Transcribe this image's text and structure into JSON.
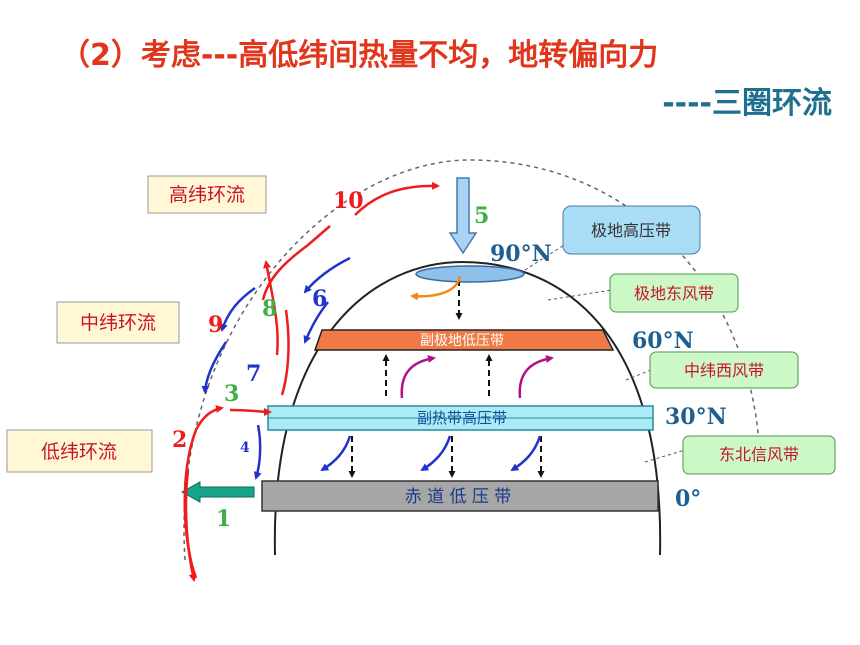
{
  "title": "（2）考虑---高低纬间热量不均，地转偏向力",
  "subtitle": "----三圈环流",
  "circulations": {
    "high": "高纬环流",
    "mid": "中纬环流",
    "low": "低纬环流"
  },
  "belts": {
    "equator_low": "赤 道 低 压 带",
    "subtropical_high": "副热带高压带",
    "subpolar_low": "副极地低压带"
  },
  "callouts": {
    "polar_high": "极地高压带",
    "polar_easterly": "极地东风带",
    "westerly": "中纬西风带",
    "ne_trade": "东北信风带"
  },
  "latitudes": {
    "lat90": "90°N",
    "lat60": "60°N",
    "lat30": "30°N",
    "lat0": "0°"
  },
  "numbers": {
    "n1": "1",
    "n2": "2",
    "n3": "3",
    "n4": "4",
    "n5": "5",
    "n6": "6",
    "n7": "7",
    "n8": "8",
    "n9": "9",
    "n10": "10"
  },
  "colors": {
    "title": "#e0361b",
    "subtitle": "#1f6f8f",
    "red_arrow": "#ee1c1c",
    "blue_arrow": "#2233cc",
    "magenta_arrow": "#b0108a",
    "orange_arrow": "#f08a10",
    "subpolar_fill": "#f07a45",
    "subtropical_fill": "#a9ecf5",
    "equator_fill": "#a6a6a6",
    "polar_fill": "#8fc0ea",
    "callout_blue": "#a9dcf5",
    "callout_green": "#ccf7c6",
    "box_fill": "#fff7d6"
  }
}
